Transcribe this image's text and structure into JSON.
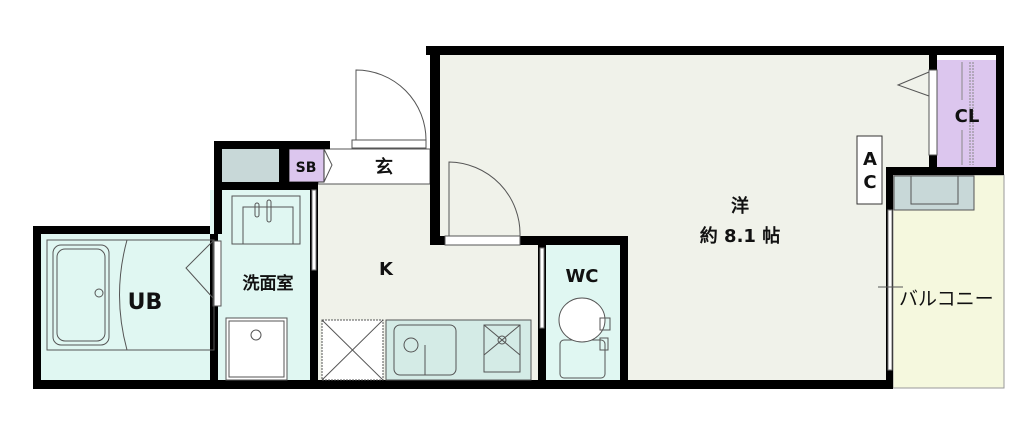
{
  "floorplan": {
    "rooms": {
      "unit_bath": "UB",
      "washroom": "洗面室",
      "kitchen": "K",
      "entrance": "玄",
      "shoe_box": "SB",
      "toilet": "WC",
      "western_room": "洋",
      "western_room_size": "約 8.1 帖",
      "air_conditioner_a": "A",
      "air_conditioner_c": "C",
      "closet": "CL",
      "balcony": "バルコニー"
    },
    "colors": {
      "wall": "#000000",
      "wet_area": "#e0f7f2",
      "room_floor": "#f0f2ea",
      "storage": "#dcc6ee",
      "balcony": "#f5f8de",
      "fixture_gray": "#c8d8d8"
    }
  }
}
